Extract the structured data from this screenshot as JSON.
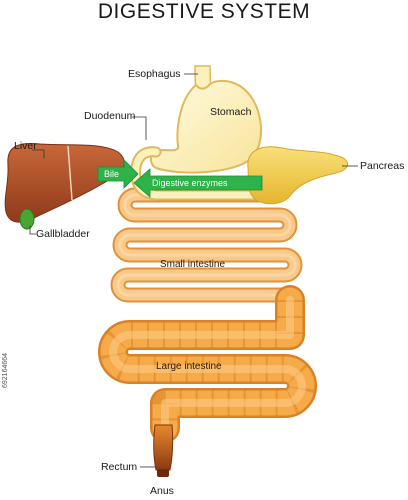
{
  "title": "DIGESTIVE SYSTEM",
  "labels": {
    "esophagus": "Esophagus",
    "stomach": "Stomach",
    "duodenum": "Duodenum",
    "liver": "Liver",
    "pancreas": "Pancreas",
    "gallbladder": "Gallbladder",
    "small_intestine": "Small intestine",
    "large_intestine": "Large intestine",
    "rectum": "Rectum",
    "anus": "Anus"
  },
  "arrows": {
    "bile": "Bile",
    "digestive_enzymes": "Digestive enzymes"
  },
  "stock_id": "692164664",
  "colors": {
    "stomach_fill": "#fbf1bf",
    "stomach_stroke": "#e0b95a",
    "liver": "#b5562d",
    "gallbladder": "#4aa632",
    "pancreas": "#f3cf4a",
    "small_intestine": "#f6b45e",
    "large_intestine": "#f4a741",
    "rectum": "#a24a18",
    "arrow": "#2db34a"
  }
}
